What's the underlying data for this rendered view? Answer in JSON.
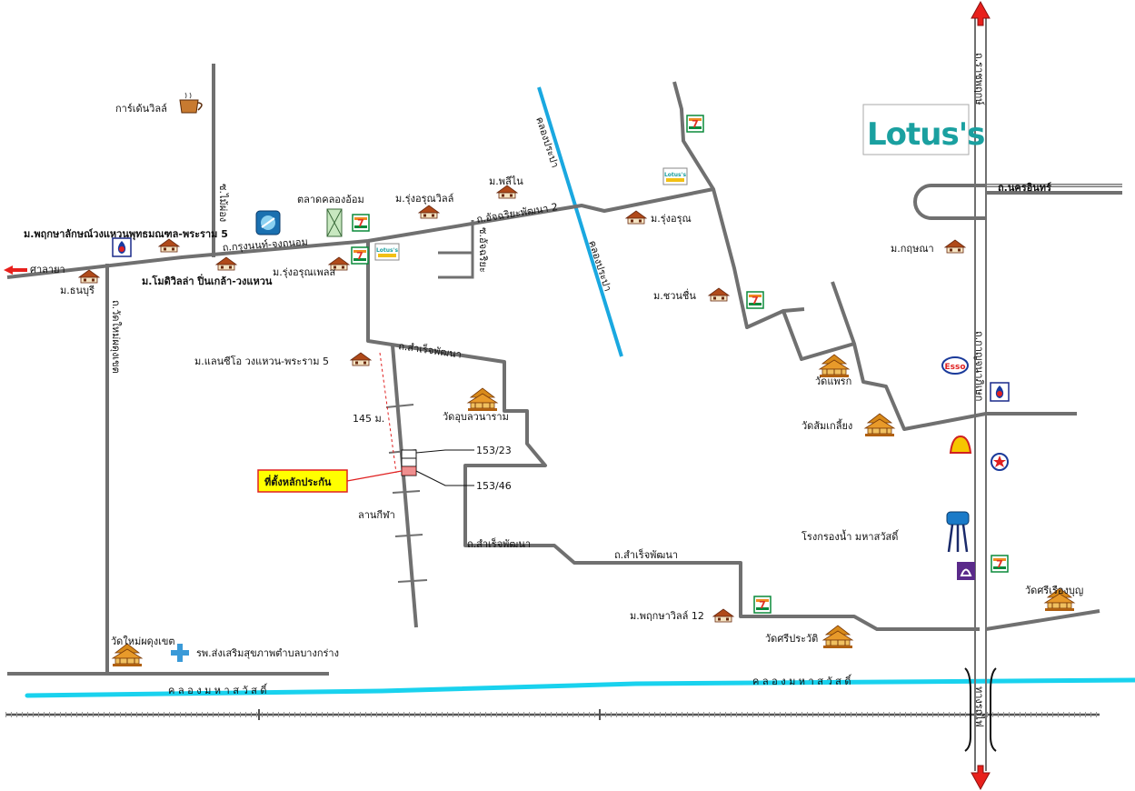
{
  "labels": {
    "garden_ville": "การ์เด้นวิลล์",
    "pruksa_5": "ม.พฤกษาลักษณ์วงแหวนพุทธมณฑล-พระราม 5",
    "ladya": "ศาลายา",
    "thanaburi": "ม.ธนบุรี",
    "muban_soi": "ซ.ไม้ผ่อง",
    "klong_market": "ตลาดคลองอ้อม",
    "kr_road": "ถ.กรุงนนท์-จงถนอม",
    "rungarun_ville": "ม.รุ่งอรุณวิลล์",
    "rungarun_place": "ม.รุ่งอรุณเพลส",
    "pruksa_village": "ม.โมดิวิลล่า ปิ่นเกล้า-วงแหวน",
    "plinine": "ม.พลีไน",
    "acharayapatana": "ถ.อัจฉริยะพัฒนา 2",
    "klong_prapa_top": "คลองประปา",
    "klong_prapa_mid": "คลองประปา",
    "soi_side": "ซ.อัจฉริยะ",
    "rungarun": "ม.รุ่งอรุณ",
    "chuanchuen": "ม.ชวนชื่น",
    "lanceo": "ม.แลนซีโอ วงแหวน-พระราม 5",
    "samret_top": "ถ.สำเร็จพัฒนา",
    "dist_145": "145 ม.",
    "wat_upalawan": "วัดอุบลวนาราม",
    "no_153_23": "153/23",
    "no_153_46": "153/46",
    "site": "ที่ตั้งหลักประกัน",
    "sport_field": "ลานกีฬา",
    "samret_left": "ถ.สำเร็จพัฒนา",
    "samret_right": "ถ.สำเร็จพัฒนา",
    "pruksa_12": "ม.พฤกษาวิลล์ 12",
    "wat_sriprawat": "วัดศรีประวัติ",
    "wat_phraek": "วัดแพรก",
    "wat_sumkliang": "วัดส้มเกลี้ยง",
    "krisana": "ม.กฤษณา",
    "nakorn_in": "ถ.นครอินทร์",
    "ratchaphruek_top": "ถ.ราชพฤกษ์",
    "kanchana": "ถ.กาญจนาภิเษก",
    "water_tower": "โรงกรองน้ำ มหาสวัสดิ์",
    "wat_sri_ruang": "วัดศรีเรืองบุญ",
    "wat_mai_pha": "วัดใหม่ผดุงเขต",
    "hospital": "รพ.ส่งเสริมสุขภาพตำบลบางกร่าง",
    "klong_mahasawat_l": "ค ล อ ง ม ห า ส วั ส ดิ์",
    "klong_mahasawat_r": "ค ล อ ง ม ห า ส วั ส ดิ์",
    "wat_mai_road": "ถ.วัดใหม่ผดุงเขต",
    "railway_label": "ทางรถไฟ",
    "lotus_brand": "Lotus's",
    "esso": "Esso",
    "seven": "7"
  },
  "colors": {
    "road": "#707070",
    "canal": "#19d2ee",
    "prapa_canal": "#1aa8e0",
    "site_box": "#ffff00",
    "site_border": "#e02020",
    "lotus_teal": "#1aa0a0",
    "lotus_yellow": "#f2c014",
    "seven_green": "#0a8a3a",
    "seven_red": "#e03020",
    "arrow_red": "#e8201c"
  },
  "icons": [
    "coffee-icon",
    "ptt-station-icon",
    "house-icon",
    "lotus-store-icon",
    "seven-eleven-icon",
    "market-icon",
    "temple-icon",
    "esso-icon",
    "shell-icon",
    "caltex-icon",
    "water-tower-icon",
    "hospital-icon",
    "bank-icon"
  ]
}
